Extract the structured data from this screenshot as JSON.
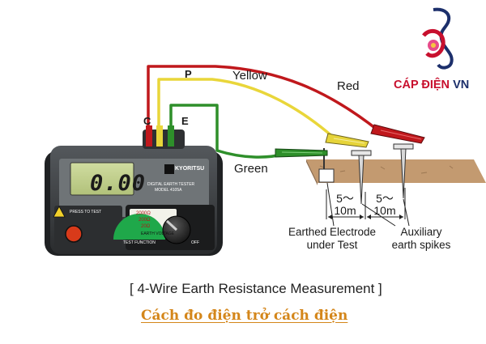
{
  "diagram": {
    "caption": "[ 4-Wire Earth Resistance Measurement ]",
    "subtitle": "Cách đo điện trở cách điện",
    "wires": {
      "yellow": "Yellow",
      "red": "Red",
      "green": "Green"
    },
    "terminals": {
      "c": "C",
      "p": "P",
      "e": "E"
    },
    "distances": [
      {
        "top": "5～",
        "bottom": "10m"
      },
      {
        "top": "5～",
        "bottom": "10m"
      }
    ],
    "labels": {
      "electrode_line1": "Earthed Electrode",
      "electrode_line2": "under Test",
      "spikes_line1": "Auxiliary",
      "spikes_line2": "earth spikes"
    }
  },
  "meter": {
    "display_value": "0.00",
    "brand": "KYORITSU",
    "model_line1": "DIGITAL EARTH TESTER",
    "model_line2": "MODEL 4105A",
    "press_to_test": "PRESS TO TEST",
    "test_function": "TEST FUNCTION",
    "earth_voltage": "EARTH VOLTAGE",
    "off": "OFF",
    "ranges": [
      "2000Ω",
      "200Ω",
      "20Ω"
    ]
  },
  "logo": {
    "brand_main": "CÁP ĐIỆN ",
    "brand_suffix": "VN"
  },
  "colors": {
    "wire_red": "#c0181c",
    "wire_yellow": "#e9d63a",
    "wire_green": "#2e8f2a",
    "ground": "#b98c63",
    "meter_body": "#3a3d40",
    "lcd": "#c3d08f"
  }
}
